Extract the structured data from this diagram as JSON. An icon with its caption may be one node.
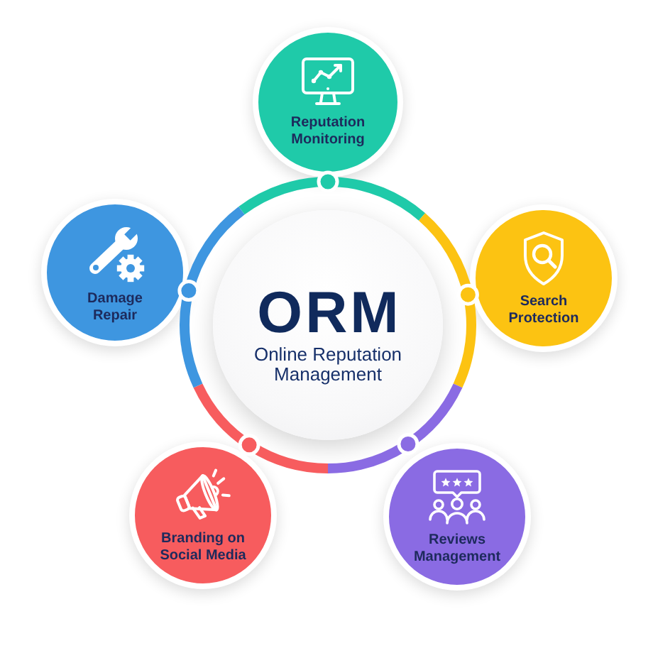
{
  "diagram": {
    "nodes": [
      {
        "text": [
          "ORM",
          "Online Reputation Management"
        ]
      },
      {
        "text": [
          "Reputation Monitoring"
        ]
      },
      {
        "text": [
          "Search Protection"
        ]
      },
      {
        "text": [
          "Reviews Management"
        ]
      },
      {
        "text": [
          "Branding on Social Media"
        ]
      },
      {
        "text": [
          "Damage Repair"
        ]
      }
    ]
  }
}
